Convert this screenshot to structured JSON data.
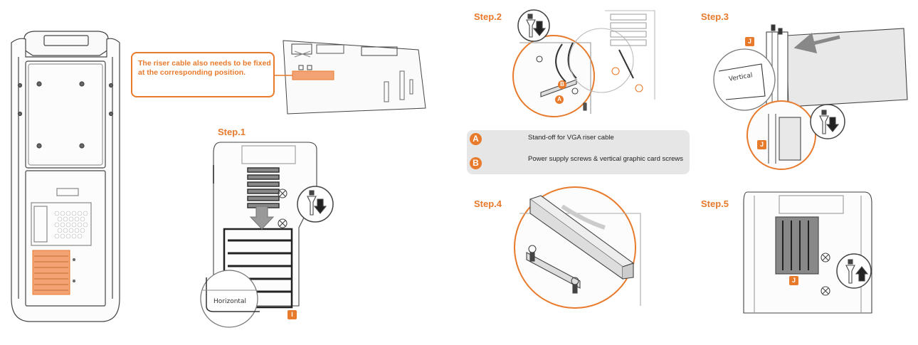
{
  "steps": {
    "step1": "Step.1",
    "step2": "Step.2",
    "step3": "Step.3",
    "step4": "Step.4",
    "step5": "Step.5"
  },
  "callout": {
    "text": "The riser cable also needs to be fixed at the corresponding position."
  },
  "legend": {
    "a_badge": "A",
    "a_text": "Stand-off for VGA riser cable",
    "b_badge": "B",
    "b_text": "Power supply screws & vertical graphic card screws"
  },
  "labels": {
    "horizontal": "Horizontal",
    "vertical": "Vertical",
    "tag_i": "I",
    "tag_j": "J",
    "marker_a": "A",
    "marker_b": "B"
  },
  "colors": {
    "accent": "#e87a2c",
    "line": "#333333",
    "light_gray": "#e6e6e6"
  }
}
